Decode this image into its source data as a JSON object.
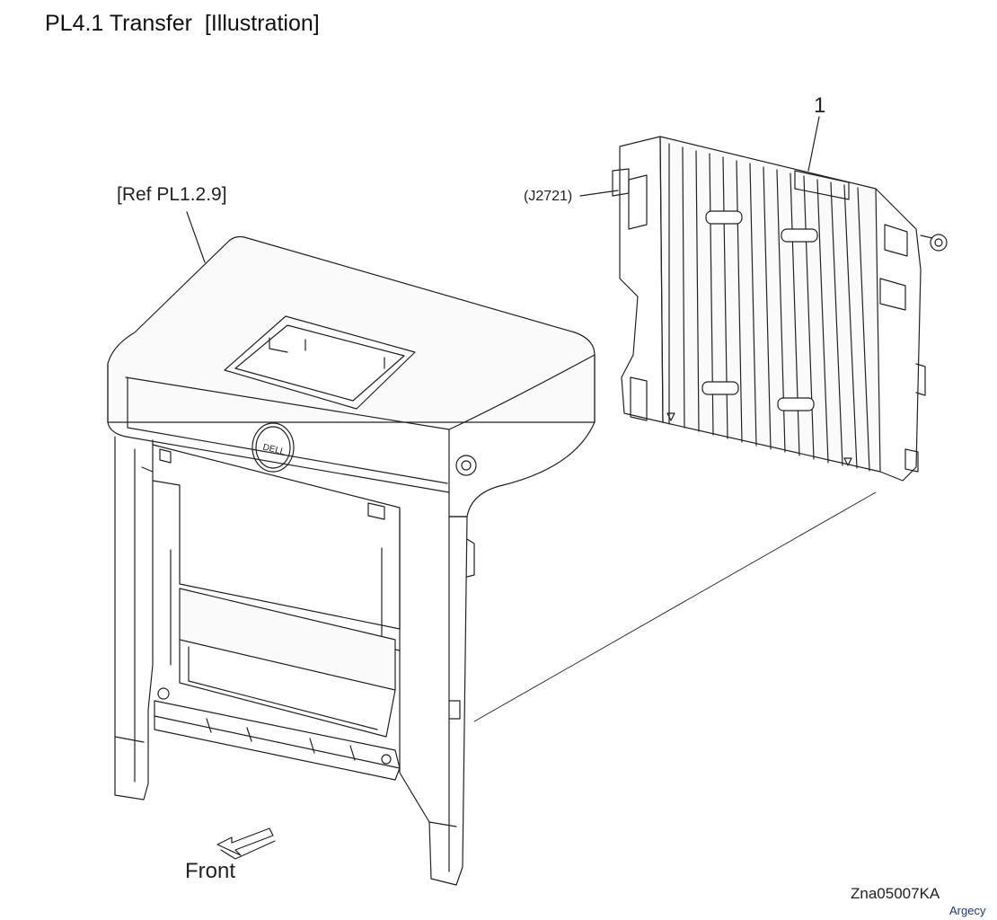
{
  "title": "PL4.1 Transfer  [Illustration]",
  "labels": {
    "ref": "[Ref PL1.2.9]",
    "connector": "(J2721)",
    "item_number": "1",
    "front": "Front",
    "figure_id": "Zna05007KA"
  },
  "logo_text": "DELL",
  "watermark": "Argecy"
}
